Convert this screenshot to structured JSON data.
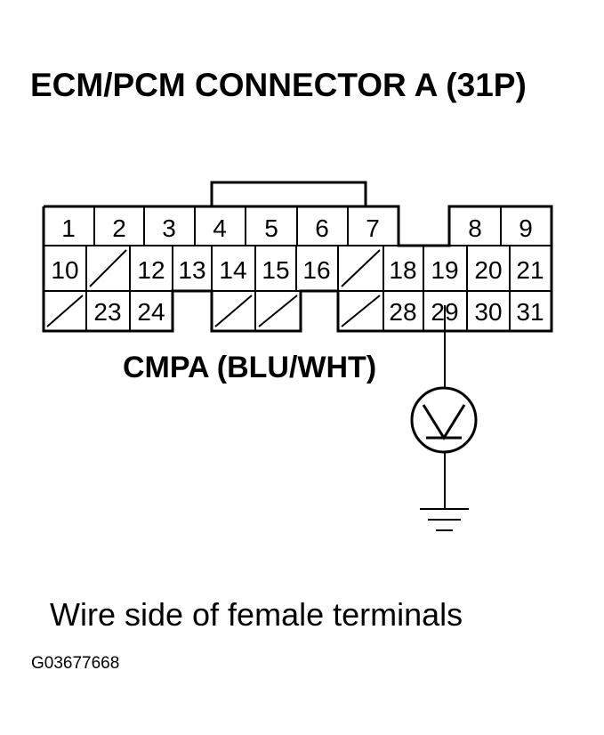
{
  "title": "ECM/PCM CONNECTOR A (31P)",
  "connector": {
    "rows": [
      [
        "1",
        "2",
        "3",
        "4",
        "5",
        "6",
        "7",
        "",
        "8",
        "9"
      ],
      [
        "10",
        "/",
        "12",
        "13",
        "14",
        "15",
        "16",
        "/",
        "18",
        "19",
        "20",
        "21"
      ],
      [
        "/",
        "23",
        "24",
        "",
        "/",
        "/",
        "",
        "/",
        "28",
        "29",
        "30",
        "31"
      ]
    ]
  },
  "signal_label": "CMPA (BLU/WHT)",
  "probe_terminal": "29",
  "meter": "voltmeter-icon",
  "ground": "ground-icon",
  "caption": "Wire side of female terminals",
  "figure_code": "G03677668"
}
